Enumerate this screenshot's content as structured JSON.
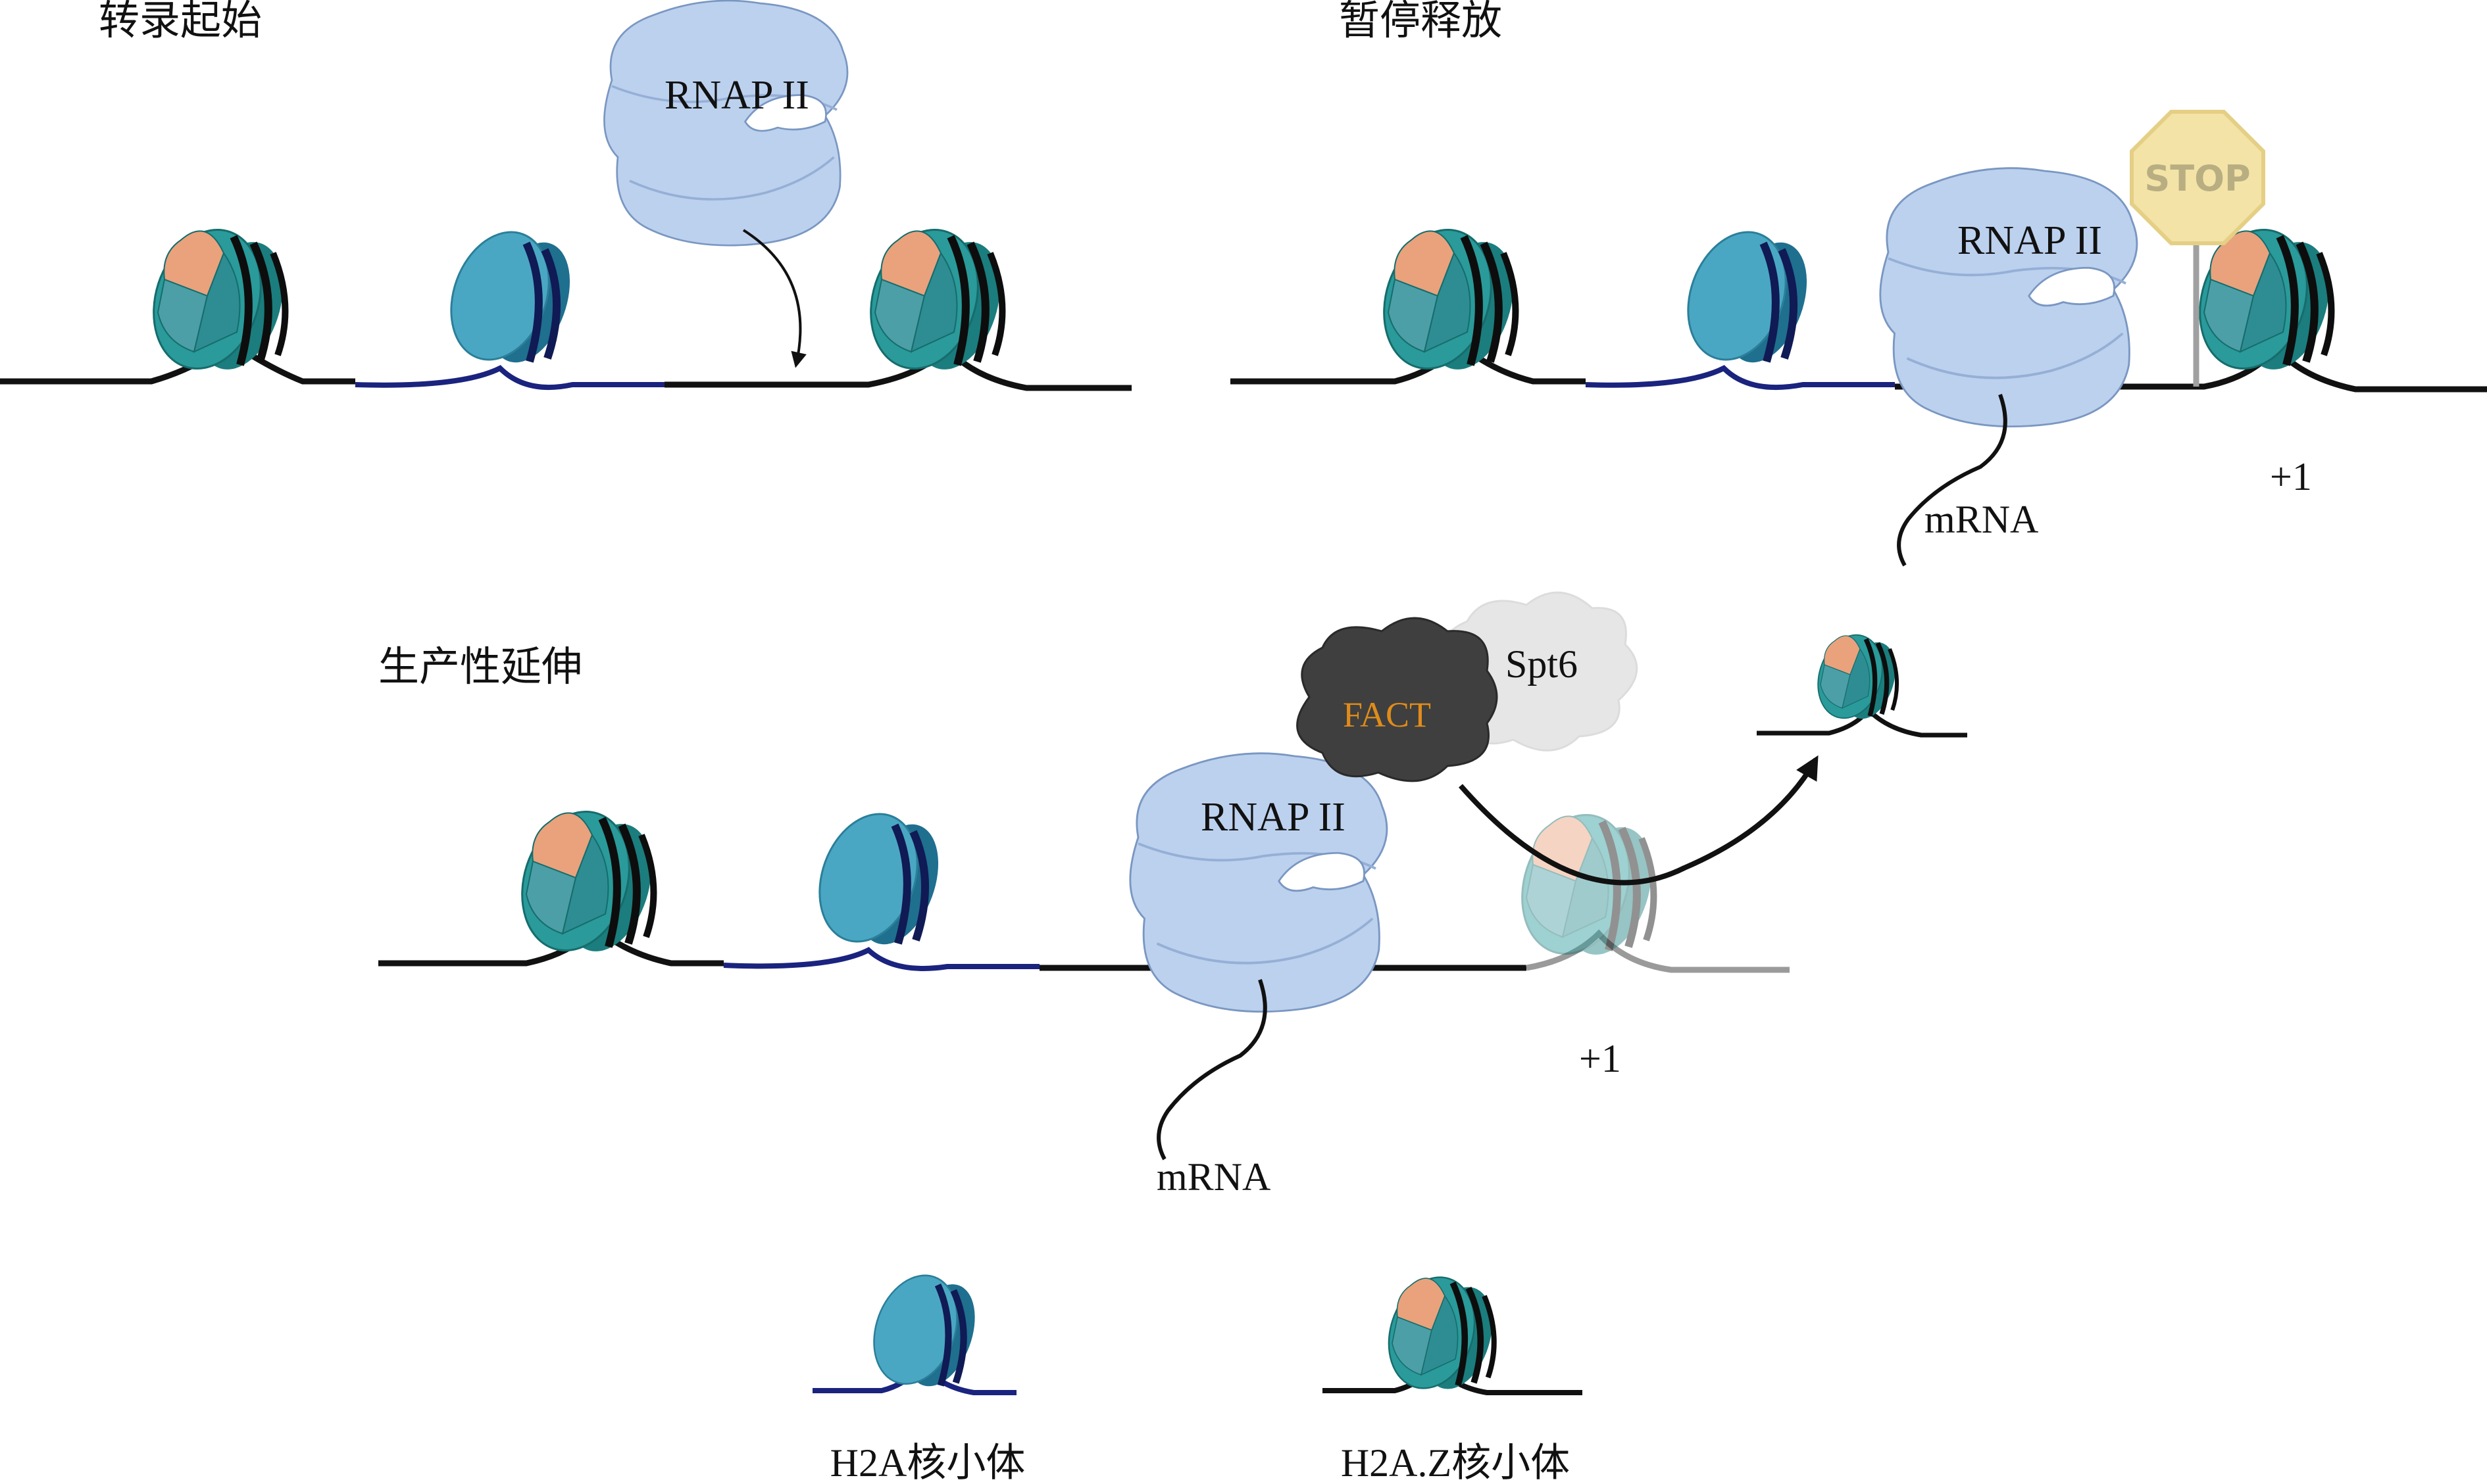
{
  "panels": {
    "initiation": {
      "title": "转录起始"
    },
    "pause_release": {
      "title": "暂停释放"
    },
    "elongation": {
      "title": "生产性延伸"
    }
  },
  "labels": {
    "rnap": "RNAP II",
    "mrna": "mRNA",
    "plus_one": "+1",
    "stop": "STOP",
    "fact": "FACT",
    "spt6": "Spt6"
  },
  "legend": {
    "h2a": "H2A核小体",
    "h2az": "H2A.Z核小体"
  },
  "colors": {
    "nucleosome_h2a": "#4aa7c4",
    "nucleosome_h2az": "#2a9a9a",
    "h2az_patch": "#e9a27c",
    "rnap": "#bcd1ee",
    "dna_black": "#111111",
    "dna_navy": "#1a237e",
    "stop_sign": "#f3e3a6",
    "fact_cloud": "#3f3f3f",
    "spt6_cloud": "#e6e6e6"
  }
}
